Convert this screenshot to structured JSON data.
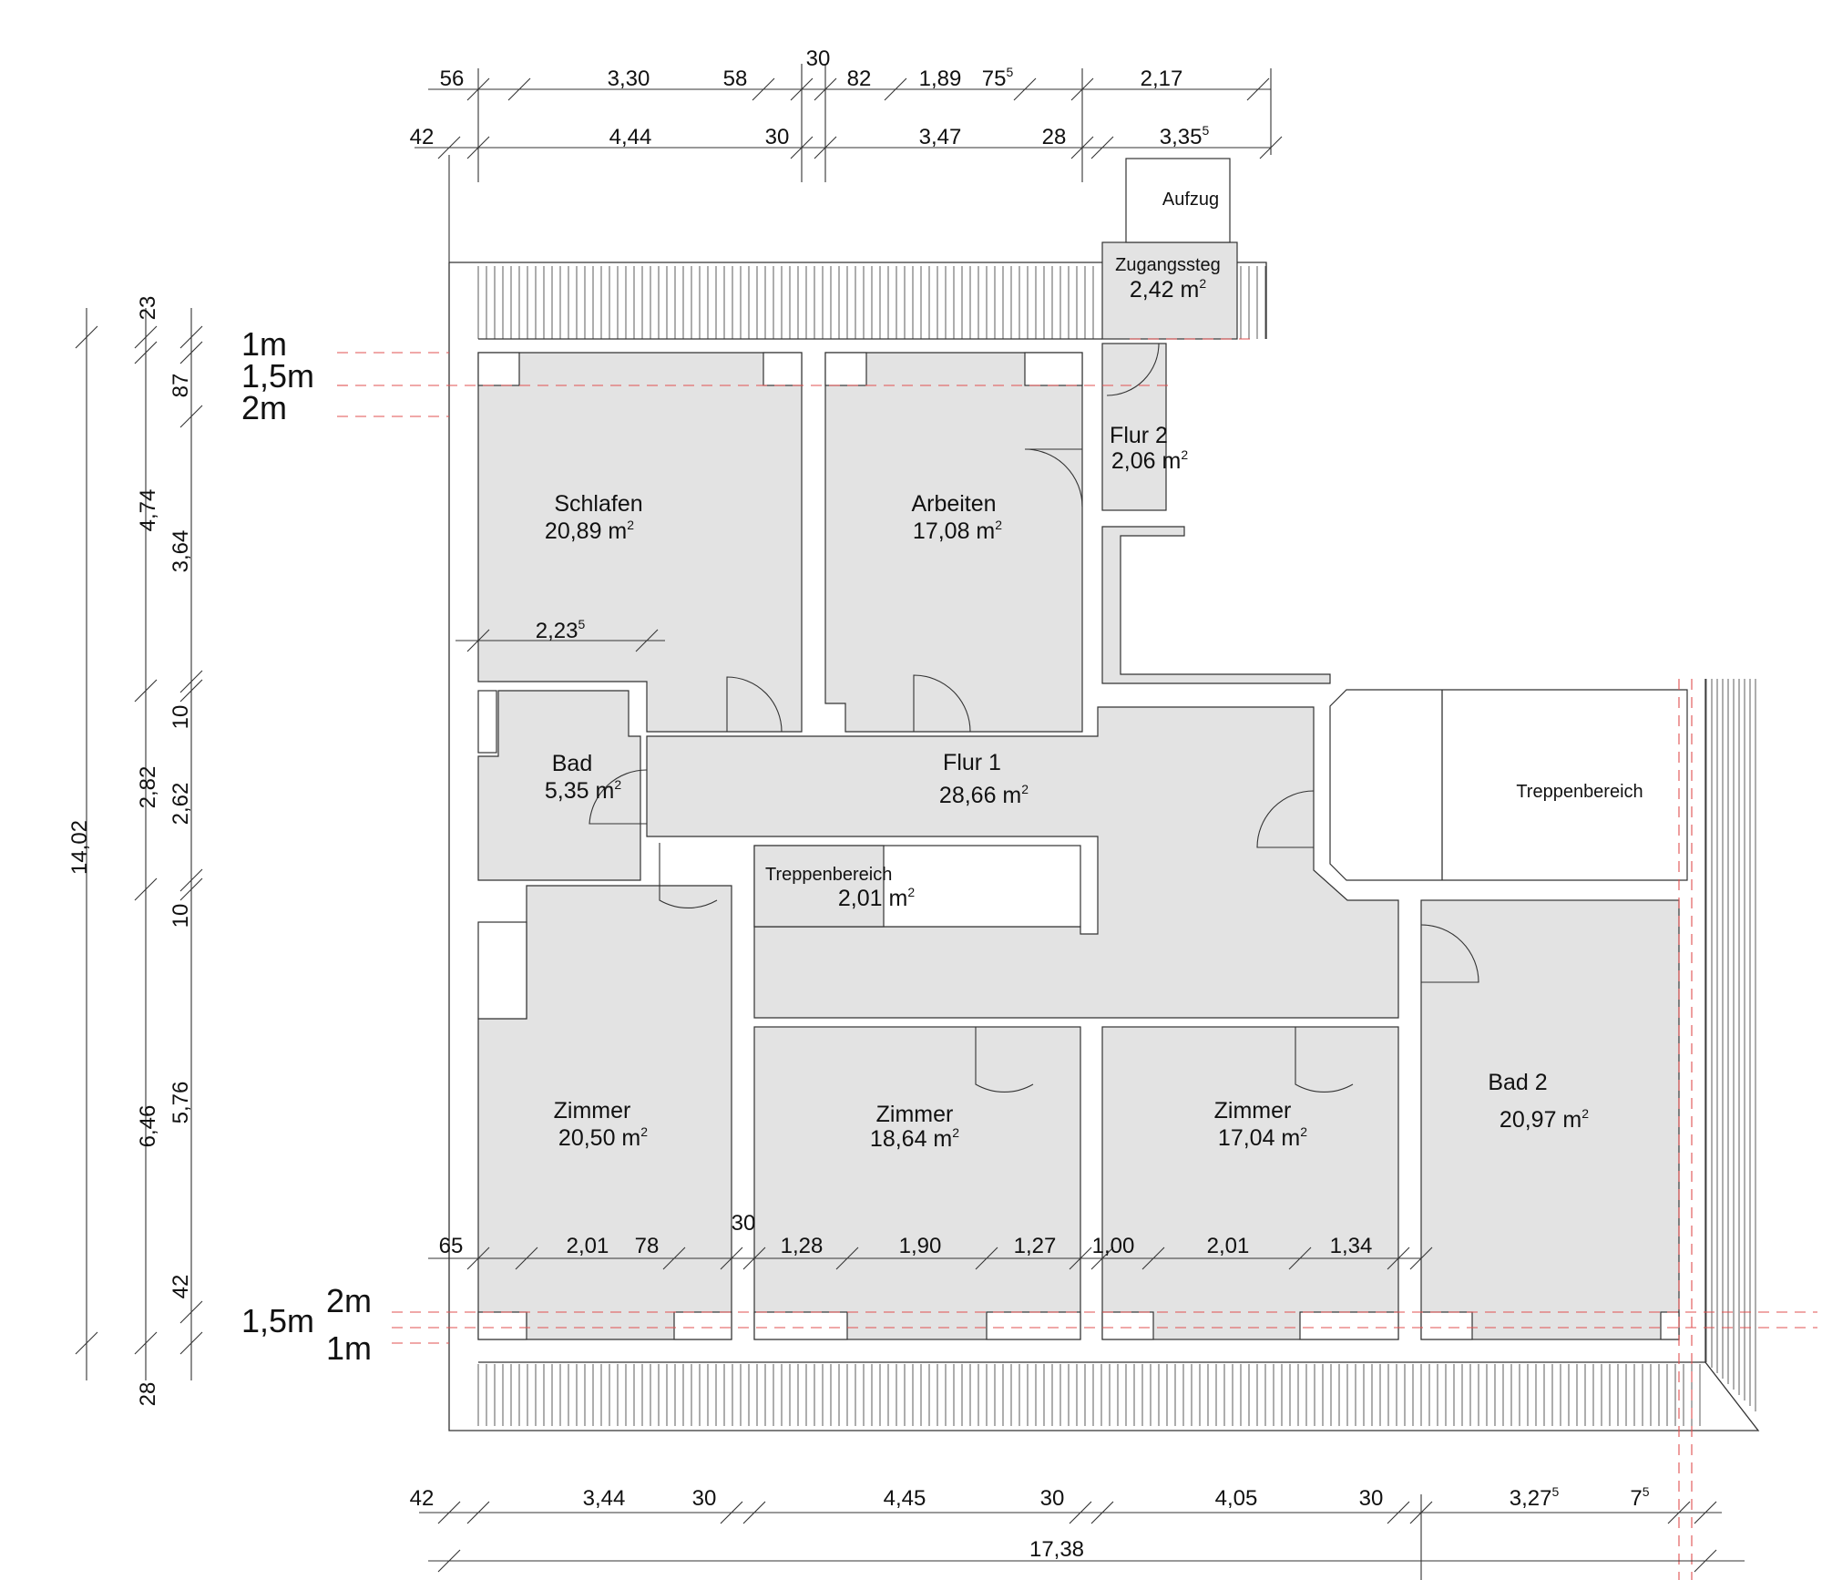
{
  "rooms": [
    {
      "name": "Schlafen",
      "area": "20,89 m",
      "sup": "2"
    },
    {
      "name": "Arbeiten",
      "area": "17,08 m",
      "sup": "2"
    },
    {
      "name": "Flur 2",
      "area": "2,06 m",
      "sup": "2"
    },
    {
      "name": "Zugangssteg",
      "area": "2,42 m",
      "sup": "2"
    },
    {
      "name": "Aufzug"
    },
    {
      "name": "Bad",
      "area": "5,35 m",
      "sup": "2"
    },
    {
      "name": "Flur 1",
      "area": "28,66 m",
      "sup": "2"
    },
    {
      "name": "Treppenbereich",
      "area": "2,01 m",
      "sup": "2"
    },
    {
      "name": "Treppenbereich"
    },
    {
      "name": "Zimmer",
      "area": "20,50 m",
      "sup": "2"
    },
    {
      "name": "Zimmer",
      "area": "18,64 m",
      "sup": "2"
    },
    {
      "name": "Zimmer",
      "area": "17,04 m",
      "sup": "2"
    },
    {
      "name": "Bad 2",
      "area": "20,97 m",
      "sup": "2"
    }
  ],
  "dims_top_row1": [
    {
      "t": "56"
    },
    {
      "t": "3,30"
    },
    {
      "t": "58"
    },
    {
      "t": "30"
    },
    {
      "t": "82"
    },
    {
      "t": "1,89"
    },
    {
      "t": "75",
      "sup": "5"
    },
    {
      "t": "2,17"
    }
  ],
  "dims_top_row2": [
    {
      "t": "42"
    },
    {
      "t": "4,44"
    },
    {
      "t": "30"
    },
    {
      "t": "3,47"
    },
    {
      "t": "28"
    },
    {
      "t": "3,35",
      "sup": "5"
    }
  ],
  "dims_left_outer": [
    "14,02"
  ],
  "dims_left_mid": [
    "23",
    "4,74",
    "2,82",
    "6,46",
    "28"
  ],
  "dims_left_inner": [
    "87",
    "3,64",
    "10",
    "2,62",
    "10",
    "5,76",
    "42"
  ],
  "dims_bottom_inner": [
    {
      "t": "65"
    },
    {
      "t": "2,01"
    },
    {
      "t": "78"
    },
    {
      "t": "30"
    },
    {
      "t": "1,28"
    },
    {
      "t": "1,90"
    },
    {
      "t": "1,27"
    },
    {
      "t": "1,00"
    },
    {
      "t": "2,01"
    },
    {
      "t": "1,34"
    }
  ],
  "dims_bottom_row1": [
    {
      "t": "42"
    },
    {
      "t": "3,44"
    },
    {
      "t": "30"
    },
    {
      "t": "4,45"
    },
    {
      "t": "30"
    },
    {
      "t": "4,05"
    },
    {
      "t": "30"
    },
    {
      "t": "3,27",
      "sup": "5"
    },
    {
      "t": "7",
      "sup": "5"
    }
  ],
  "dims_bottom_total": [
    "17,38"
  ],
  "dim_inside_schlafen": {
    "t": "2,23",
    "sup": "5"
  },
  "height_levels_top": [
    "1m",
    "1,5m",
    "2m"
  ],
  "height_levels_bottom": [
    "1,5m",
    "2m",
    "1m"
  ]
}
